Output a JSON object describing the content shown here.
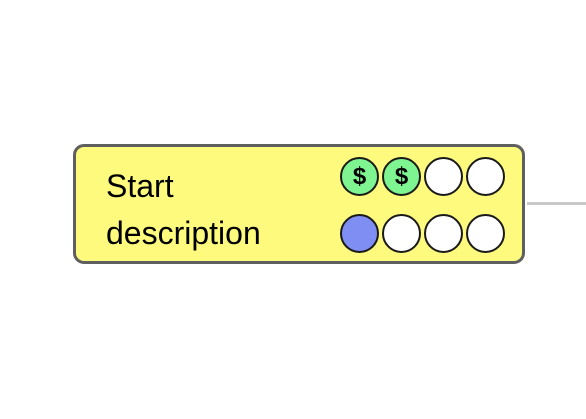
{
  "node": {
    "label": "Start\ndescription",
    "fill_color": "#fdfa7d",
    "border_color": "#5f5f5f"
  },
  "indicators": {
    "cost": {
      "filled": 2,
      "total": 4,
      "symbol": "$",
      "fill_color": "#7ef590"
    },
    "time": {
      "filled": 1,
      "total": 4,
      "fill_color": "#7f8ef2"
    },
    "empty_color": "#ffffff"
  },
  "connector_color": "#c8c8c8"
}
